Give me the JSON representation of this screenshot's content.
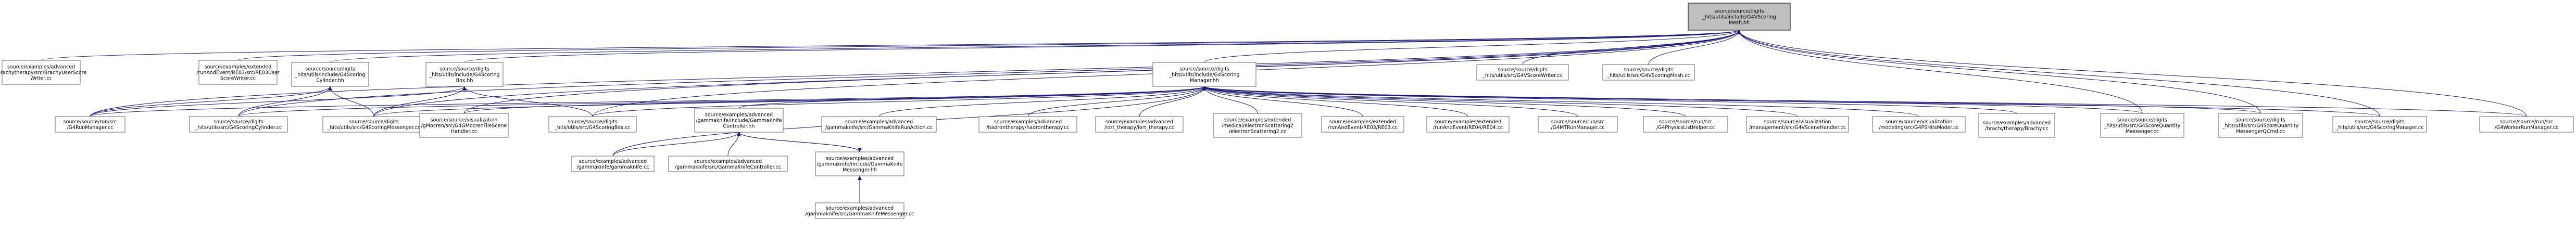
{
  "nodes": {
    "root": [
      "source/source/digits",
      "_hits/utils/include/G4VScoring",
      "Mesh.hh"
    ],
    "n1": [
      "source/examples/advanced",
      "/brachytherapy/src/BrachyUserScore",
      "Writer.cc"
    ],
    "n2": [
      "source/examples/extended",
      "/runAndEvent/RE03/src/RE03User",
      "ScoreWriter.cc"
    ],
    "n3": [
      "source/source/digits",
      "_hits/utils/include/G4Scoring",
      "Cylinder.hh"
    ],
    "n4": [
      "source/source/digits",
      "_hits/utils/include/G4Scoring",
      "Box.hh"
    ],
    "n5": [
      "source/source/digits",
      "_hits/utils/include/G4Scoring",
      "Manager.hh"
    ],
    "n6": [
      "source/source/digits",
      "_hits/utils/src/G4VScoreWriter.cc"
    ],
    "n7": [
      "source/source/digits",
      "_hits/utils/src/G4VScoringMesh.cc"
    ],
    "n8": [
      "source/source/run/src",
      "/G4RunManager.cc"
    ],
    "n9": [
      "source/source/digits",
      "_hits/utils/src/G4ScoringCylinder.cc"
    ],
    "n10": [
      "source/source/digits",
      "_hits/utils/src/G4ScoringMessenger.cc"
    ],
    "n11": [
      "source/source/visualization",
      "/gMocren/src/G4GMocrenFileScene",
      "Handler.cc"
    ],
    "n12": [
      "source/source/digits",
      "_hits/utils/src/G4ScoringBox.cc"
    ],
    "n13": [
      "source/examples/advanced",
      "/gammaknife/include/GammaKnife",
      "Controller.hh"
    ],
    "n14": [
      "source/examples/advanced",
      "/gammaknife/src/GammaKnifeRunAction.cc"
    ],
    "n15": [
      "source/examples/advanced",
      "/hadrontherapy/hadrontherapy.cc"
    ],
    "n16": [
      "source/examples/advanced",
      "/iort_therapy/iort_therapy.cc"
    ],
    "n17": [
      "source/examples/extended",
      "/medical/electronScattering2",
      "/electronScattering2.cc"
    ],
    "n18": [
      "source/examples/extended",
      "/runAndEvent/RE03/RE03.cc"
    ],
    "n19": [
      "source/examples/extended",
      "/runAndEvent/RE04/RE04.cc"
    ],
    "n20": [
      "source/source/run/src",
      "/G4MTRunManager.cc"
    ],
    "n21": [
      "source/source/run/src",
      "/G4PhysicsListHelper.cc"
    ],
    "n22": [
      "source/source/visualization",
      "/management/src/G4VSceneHandler.cc"
    ],
    "n23": [
      "source/source/visualization",
      "/modeling/src/G4PSHitsModel.cc"
    ],
    "n24": [
      "source/examples/advanced",
      "/brachytherapy/Brachy.cc"
    ],
    "n25": [
      "source/source/digits",
      "_hits/utils/src/G4ScoreQuantity",
      "Messenger.cc"
    ],
    "n26": [
      "source/source/digits",
      "_hits/utils/src/G4ScoreQuantity",
      "MessengerQCmd.cc"
    ],
    "n27": [
      "source/source/digits",
      "_hits/utils/src/G4ScoringManager.cc"
    ],
    "n28": [
      "source/source/run/src",
      "/G4WorkerRunManager.cc"
    ],
    "n29": [
      "source/examples/advanced",
      "/gammaknife/gammaknife.cc"
    ],
    "n30": [
      "source/examples/advanced",
      "/gammaknife/src/GammaKnifeController.cc"
    ],
    "n31": [
      "source/examples/advanced",
      "/gammaknife/include/GammaKnife",
      "Messenger.hh"
    ],
    "n32": [
      "source/examples/advanced",
      "/gammaknife/src/GammaKnifeMessenger.cc"
    ]
  },
  "edges": [
    [
      "n1",
      "root"
    ],
    [
      "n2",
      "root"
    ],
    [
      "n3",
      "root"
    ],
    [
      "n4",
      "root"
    ],
    [
      "n5",
      "root"
    ],
    [
      "n6",
      "root"
    ],
    [
      "n7",
      "root"
    ],
    [
      "n8",
      "root"
    ],
    [
      "n9",
      "root"
    ],
    [
      "n10",
      "root"
    ],
    [
      "n11",
      "root"
    ],
    [
      "n12",
      "root"
    ],
    [
      "n25",
      "root"
    ],
    [
      "n26",
      "root"
    ],
    [
      "n27",
      "root"
    ],
    [
      "n28",
      "root"
    ],
    [
      "n8",
      "n3"
    ],
    [
      "n9",
      "n3"
    ],
    [
      "n10",
      "n3"
    ],
    [
      "n8",
      "n4"
    ],
    [
      "n12",
      "n4"
    ],
    [
      "n10",
      "n4"
    ],
    [
      "n8",
      "n5"
    ],
    [
      "n9",
      "n5"
    ],
    [
      "n10",
      "n5"
    ],
    [
      "n11",
      "n5"
    ],
    [
      "n12",
      "n5"
    ],
    [
      "n13",
      "n5"
    ],
    [
      "n14",
      "n5"
    ],
    [
      "n15",
      "n5"
    ],
    [
      "n16",
      "n5"
    ],
    [
      "n17",
      "n5"
    ],
    [
      "n18",
      "n5"
    ],
    [
      "n19",
      "n5"
    ],
    [
      "n20",
      "n5"
    ],
    [
      "n21",
      "n5"
    ],
    [
      "n22",
      "n5"
    ],
    [
      "n23",
      "n5"
    ],
    [
      "n24",
      "n5"
    ],
    [
      "n25",
      "n5"
    ],
    [
      "n26",
      "n5"
    ],
    [
      "n27",
      "n5"
    ],
    [
      "n28",
      "n5"
    ],
    [
      "n29",
      "n5"
    ],
    [
      "n29",
      "n13"
    ],
    [
      "n30",
      "n13"
    ],
    [
      "n31",
      "n13"
    ],
    [
      "n13",
      "n31"
    ],
    [
      "n32",
      "n31"
    ]
  ]
}
